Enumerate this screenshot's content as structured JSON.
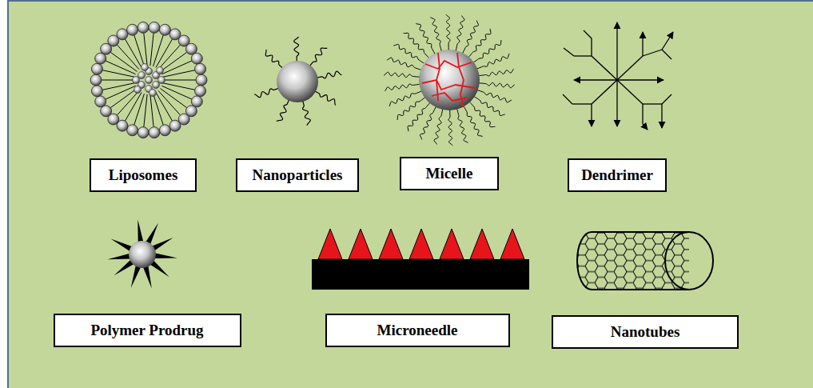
{
  "diagram": {
    "nodes": [
      {
        "text": [
          "Liposomes"
        ]
      },
      {
        "text": [
          "Nanoparticles"
        ]
      },
      {
        "text": [
          "Micelle"
        ]
      },
      {
        "text": [
          "Dendrimer"
        ]
      },
      {
        "text": [
          "Polymer Prodrug"
        ]
      },
      {
        "text": [
          "Microneedle"
        ]
      },
      {
        "text": [
          "Nanotubes"
        ]
      }
    ]
  }
}
